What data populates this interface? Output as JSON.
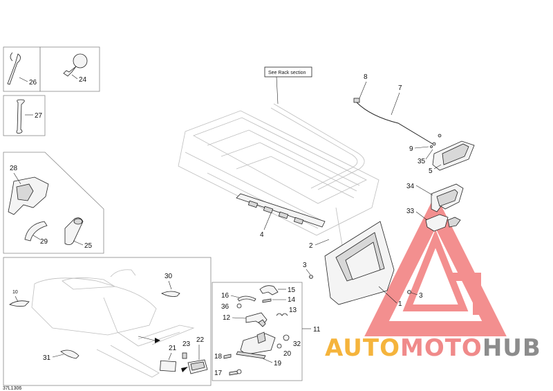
{
  "callouts": {
    "c1": "1",
    "c2": "2",
    "c3a": "3",
    "c3b": "3",
    "c4": "4",
    "c5": "5",
    "c7": "7",
    "c8": "8",
    "c9": "9",
    "c10": "10",
    "c11": "11",
    "c12": "12",
    "c13": "13",
    "c14": "14",
    "c15": "15",
    "c16": "16",
    "c17": "17",
    "c18": "18",
    "c19": "19",
    "c20": "20",
    "c21": "21",
    "c22": "22",
    "c23": "23",
    "c24": "24",
    "c25": "25",
    "c26": "26",
    "c27": "27",
    "c28": "28",
    "c29": "29",
    "c30": "30",
    "c31": "31",
    "c32": "32",
    "c33": "33",
    "c34": "34",
    "c35": "35",
    "c36": "36"
  },
  "see_rack_label": "See Rack section",
  "diagram_code": "37L1306",
  "watermark": {
    "part1": "AUTO",
    "part2": "MOTO",
    "part3": "HUB",
    "color_auto": "#f5b43c",
    "color_moto": "#f08a8a",
    "color_hub": "#8c8c8c",
    "triangle_color": "#f06a6a"
  }
}
